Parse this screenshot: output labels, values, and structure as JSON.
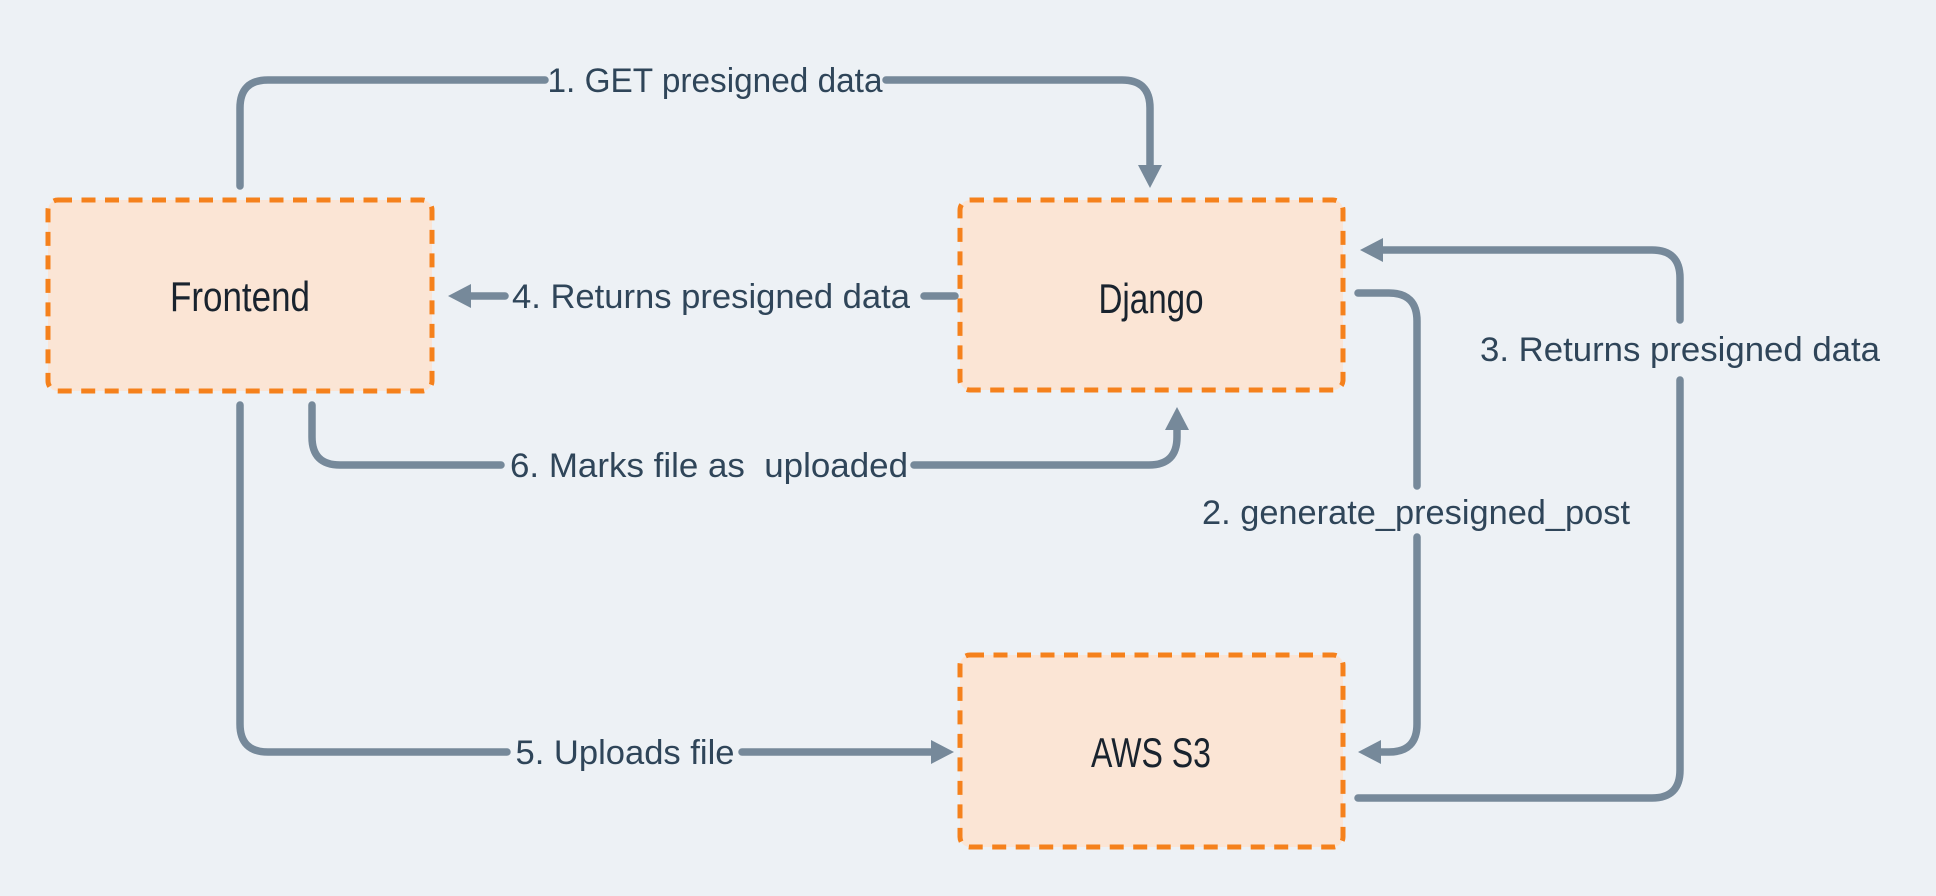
{
  "diagram": {
    "background_color": "#EDF1F5",
    "node_fill_color": "#FBE5D5",
    "node_border_color": "#F5811C",
    "arrow_color": "#76899A",
    "edge_label_color": "#2F4559",
    "node_label_color": "#19232E",
    "nodes": [
      {
        "id": "frontend",
        "label": "Frontend"
      },
      {
        "id": "django",
        "label": "Django"
      },
      {
        "id": "aws-s3",
        "label": "AWS S3"
      }
    ],
    "edges": [
      {
        "id": "1",
        "label": "1. GET presigned data",
        "from": "Frontend",
        "to": "Django"
      },
      {
        "id": "2",
        "label": "2. generate_presigned_post",
        "from": "Django",
        "to": "AWS S3"
      },
      {
        "id": "3",
        "label": "3. Returns presigned data",
        "from": "AWS S3",
        "to": "Django"
      },
      {
        "id": "4",
        "label": "4. Returns presigned data",
        "from": "Django",
        "to": "Frontend"
      },
      {
        "id": "5",
        "label": "5. Uploads file",
        "from": "Frontend",
        "to": "AWS S3"
      },
      {
        "id": "6",
        "label": "6. Marks file as  uploaded",
        "from": "Frontend",
        "to": "Django"
      }
    ]
  }
}
